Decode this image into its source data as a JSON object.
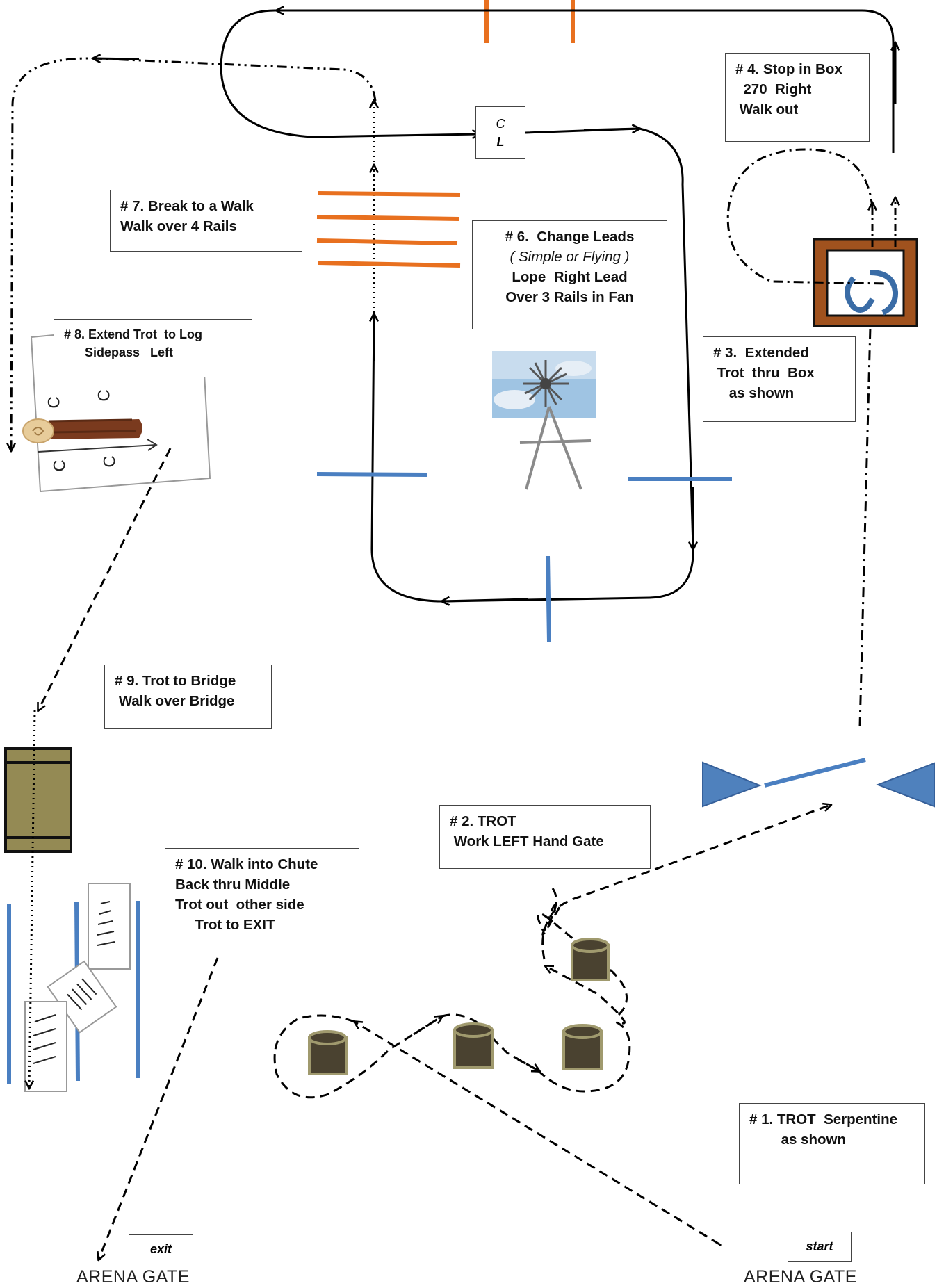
{
  "steps": {
    "s1": {
      "lines": [
        "# 1. TROT  Serpentine",
        "        as shown"
      ]
    },
    "s2": {
      "lines": [
        "# 2. TROT",
        " Work LEFT Hand Gate"
      ]
    },
    "s3": {
      "lines": [
        "# 3.  Extended",
        " Trot  thru  Box",
        "    as shown"
      ]
    },
    "s4": {
      "lines": [
        "# 4. Stop in Box",
        "  270  Right",
        " Walk out"
      ]
    },
    "s6": {
      "title": "# 6.  Change Leads",
      "subtitle": "( Simple or Flying )",
      "lines": [
        "Lope  Right Lead",
        "Over 3 Rails in Fan"
      ]
    },
    "s7": {
      "lines": [
        "# 7. Break to a Walk",
        "Walk over 4 Rails"
      ]
    },
    "s8": {
      "lines": [
        "# 8. Extend Trot  to Log",
        "      Sidepass   Left"
      ]
    },
    "s9": {
      "lines": [
        "# 9. Trot to Bridge",
        " Walk over Bridge"
      ]
    },
    "s10": {
      "lines": [
        "# 10. Walk into Chute",
        "Back thru Middle",
        "Trot out  other side",
        "     Trot to EXIT"
      ]
    }
  },
  "marker": {
    "top": "C",
    "bottom": "L"
  },
  "log_marks": [
    "C",
    "C",
    "C",
    "C"
  ],
  "labels": {
    "exit": "exit",
    "start": "start"
  },
  "gates": {
    "exit_gate": "ARENA GATE",
    "start_gate": "ARENA  GATE"
  },
  "colors": {
    "rail_orange": "#e8701f",
    "pole_blue": "#4a7fc1",
    "cone_blue": "#4f81bd",
    "barrel": "#4a4230",
    "barrel_rim": "#a09a6e",
    "bridge": "#948a54",
    "box_frame": "#a0521e"
  }
}
